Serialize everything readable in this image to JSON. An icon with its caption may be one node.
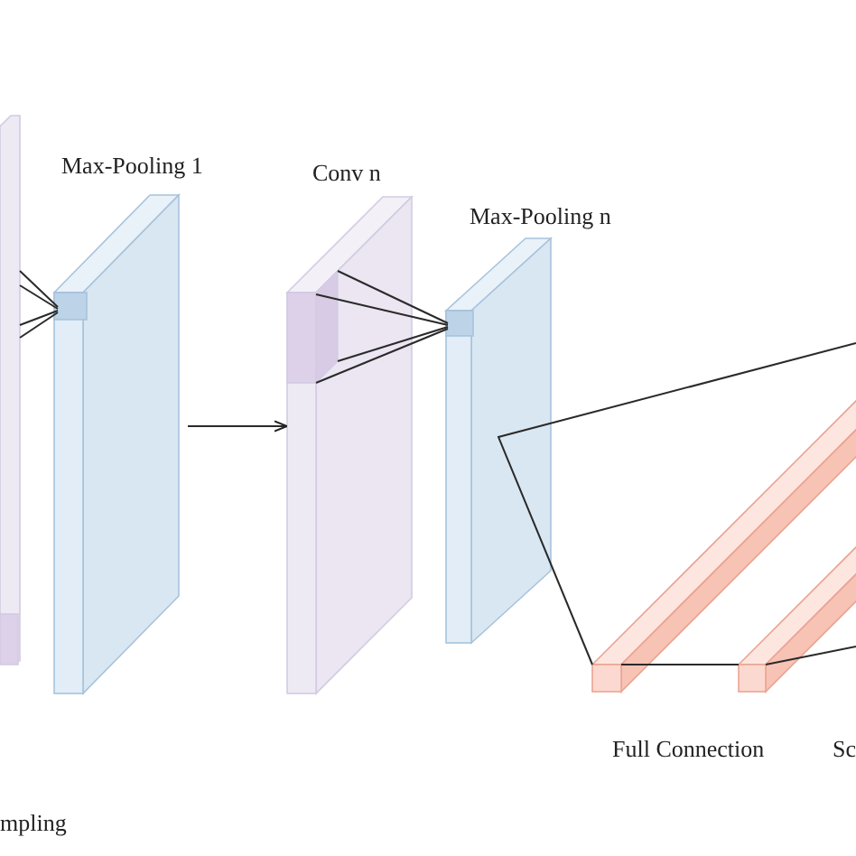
{
  "diagram": {
    "nodes": [
      {
        "text": [],
        "shape": "box"
      },
      {
        "text": [
          "Max-Pooling 1"
        ]
      },
      {
        "text": [
          "Conv n"
        ]
      },
      {
        "text": [
          "Max-Pooling n"
        ]
      },
      {
        "text": [
          "Full Connection"
        ]
      },
      {
        "text": [
          "Sc"
        ]
      }
    ],
    "edges": [
      {
        "from": 0,
        "to": 1,
        "arrow": "none"
      },
      {
        "from": 0,
        "to": 1,
        "arrow": "none"
      },
      {
        "from": 0,
        "to": 1,
        "arrow": "none"
      },
      {
        "from": 0,
        "to": 1,
        "arrow": "none"
      },
      {
        "from": 1,
        "to": 2,
        "arrow": "to"
      },
      {
        "from": 2,
        "to": 3,
        "arrow": "none"
      },
      {
        "from": 2,
        "to": 3,
        "arrow": "none"
      },
      {
        "from": 2,
        "to": 3,
        "arrow": "none"
      },
      {
        "from": 2,
        "to": 3,
        "arrow": "none"
      },
      {
        "from": null,
        "to": 4,
        "arrow": "none"
      },
      {
        "from": 4,
        "to": 5,
        "arrow": "none"
      },
      {
        "from": 5,
        "to": null,
        "arrow": "none"
      }
    ],
    "labels": [
      "mpling"
    ]
  }
}
